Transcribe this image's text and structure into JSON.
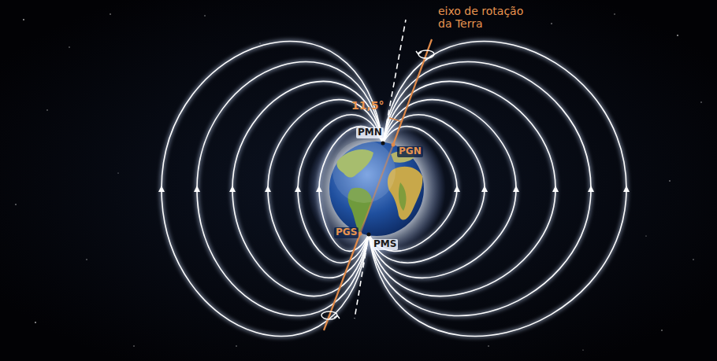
{
  "diagram": {
    "labels": [
      "eixo de rotação da Terra",
      "11,5°",
      "PMN",
      "PGN",
      "PGS",
      "PMS"
    ]
  }
}
